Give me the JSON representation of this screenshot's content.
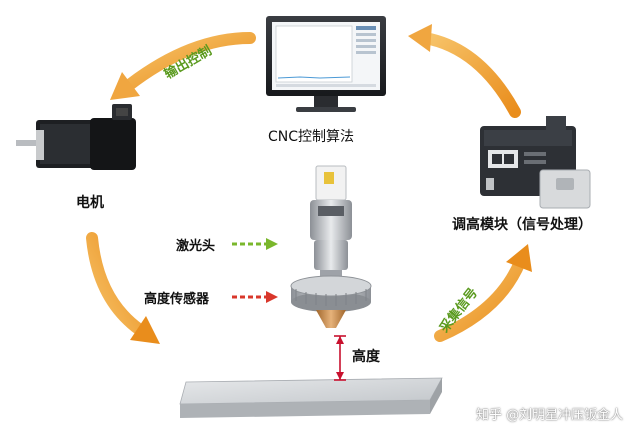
{
  "labels": {
    "cnc": "CNC控制算法",
    "motor": "电机",
    "height_control": "调高模块（信号处理）",
    "laser_head": "激光头",
    "height_sensor": "高度传感器",
    "height": "高度"
  },
  "arrows": {
    "output_control": "输出控制",
    "signal_acquisition": "采集信号"
  },
  "watermark": "知乎 @刘明星冲压钣金人",
  "colors": {
    "arrow_orange": "#f2a43a",
    "laser_arrow_green": "#7ab72c",
    "sensor_arrow_red": "#d9372b",
    "height_marker": "#c8102e"
  }
}
